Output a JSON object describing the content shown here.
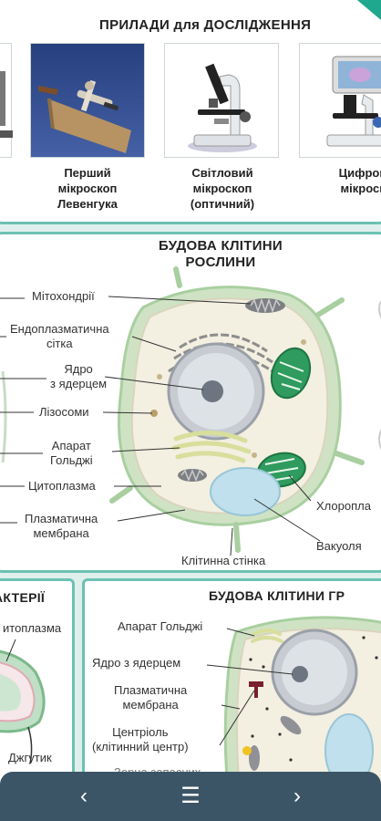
{
  "devices": {
    "title": "ПРИЛАДИ для ДОСЛІДЖЕННЯ",
    "items": [
      {
        "lines": [
          "Перший",
          "мікроскоп",
          "Левенгука"
        ]
      },
      {
        "lines": [
          "Світловий",
          "мікроскоп",
          "(оптичний)"
        ]
      },
      {
        "lines": [
          "Цифрови",
          "мікроско"
        ]
      }
    ]
  },
  "plant_cell": {
    "title": "БУДОВА КЛІТИНИ РОСЛИНИ",
    "labels": {
      "mitochondria": "Мітохондрії",
      "er_1": "Ендоплазматична",
      "er_2": "сітка",
      "nucleus_1": "Ядро",
      "nucleus_2": "з ядерцем",
      "lysosomes": "Лізосоми",
      "golgi_1": "Апарат",
      "golgi_2": "Гольджі",
      "cytoplasm": "Цитоплазма",
      "membrane_1": "Плазматична",
      "membrane_2": "мембрана",
      "chloroplast": "Хлоропла",
      "vacuole": "Вакуоля",
      "cell_wall": "Клітинна стінка"
    }
  },
  "bacteria": {
    "title": "АКТЕРІЇ",
    "labels": {
      "cytoplasm": "итоплазма",
      "flagellum": "Джгутик"
    }
  },
  "animal_cell": {
    "title": "БУДОВА КЛІТИНИ ГР",
    "labels": {
      "golgi": "Апарат Гольджі",
      "nucleus": "Ядро з ядерцем",
      "membrane_1": "Плазматична",
      "membrane_2": "мембрана",
      "centriole_1": "Центріоль",
      "centriole_2": "(клітинний центр)",
      "cut": "Зерна",
      "cut2": "запасних"
    }
  },
  "nav": {
    "prev": "‹",
    "menu": "☰",
    "next": "›"
  }
}
